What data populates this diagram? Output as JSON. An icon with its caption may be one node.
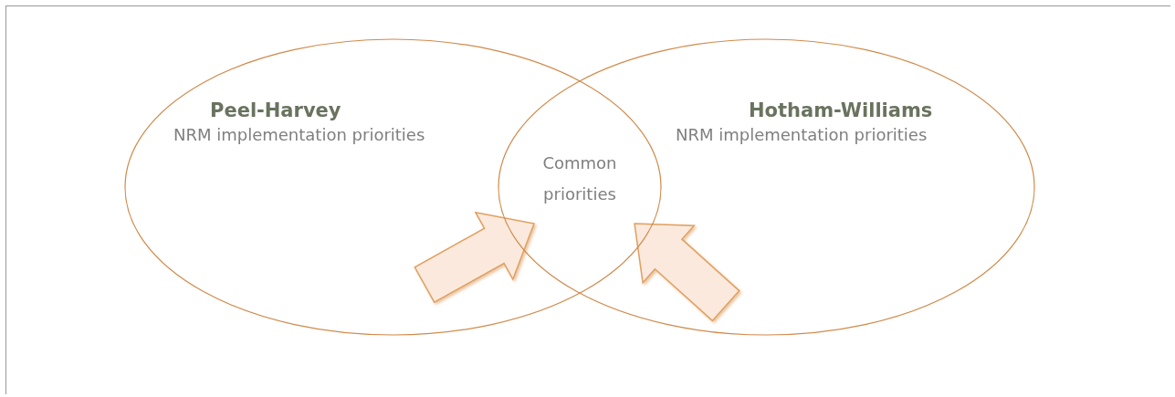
{
  "diagram": {
    "nodes": [
      {
        "text": [
          "Peel-Harvey",
          "NRM implementation priorities"
        ]
      },
      {
        "text": [
          "Hotham-Williams",
          "NRM implementation priorities"
        ]
      },
      {
        "text": [
          "Common priorities"
        ]
      }
    ],
    "edges": [
      {
        "from": 0,
        "to": 2,
        "arrow": "to"
      },
      {
        "from": 1,
        "to": 2,
        "arrow": "to"
      }
    ]
  }
}
